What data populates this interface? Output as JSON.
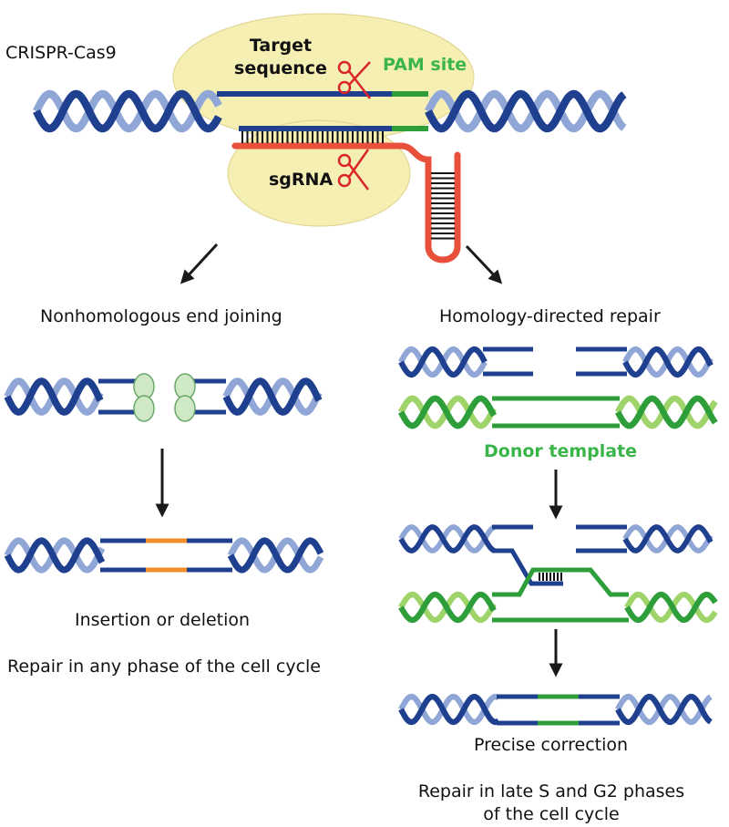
{
  "title": "CRISPR-Cas9",
  "labels": {
    "target_sequence": [
      "Target",
      "sequence"
    ],
    "pam_site": "PAM site",
    "sgrna": "sgRNA",
    "nhej": "Nonhomologous end joining",
    "hdr": "Homology-directed repair",
    "donor_template": "Donor template",
    "insertion_deletion": "Insertion or deletion",
    "nhej_phase": "Repair in any phase of the cell cycle",
    "precise_correction": "Precise correction",
    "hdr_phase": [
      "Repair in late S and G2 phases",
      "of the cell cycle"
    ]
  },
  "colors": {
    "dna_dark": "#1f3f8f",
    "dna_light": "#8fa6d6",
    "green_dark": "#2e9e3a",
    "green_light": "#9fd46a",
    "cas9": "#f6efb4",
    "sgrna": "#e8503c",
    "insert": "#f08c2a",
    "ku_protein": "#cfe8c6",
    "arrow": "#1a1a1a"
  },
  "icons": [
    "scissors-icon",
    "ku-protein-icon",
    "arrow-icon"
  ]
}
